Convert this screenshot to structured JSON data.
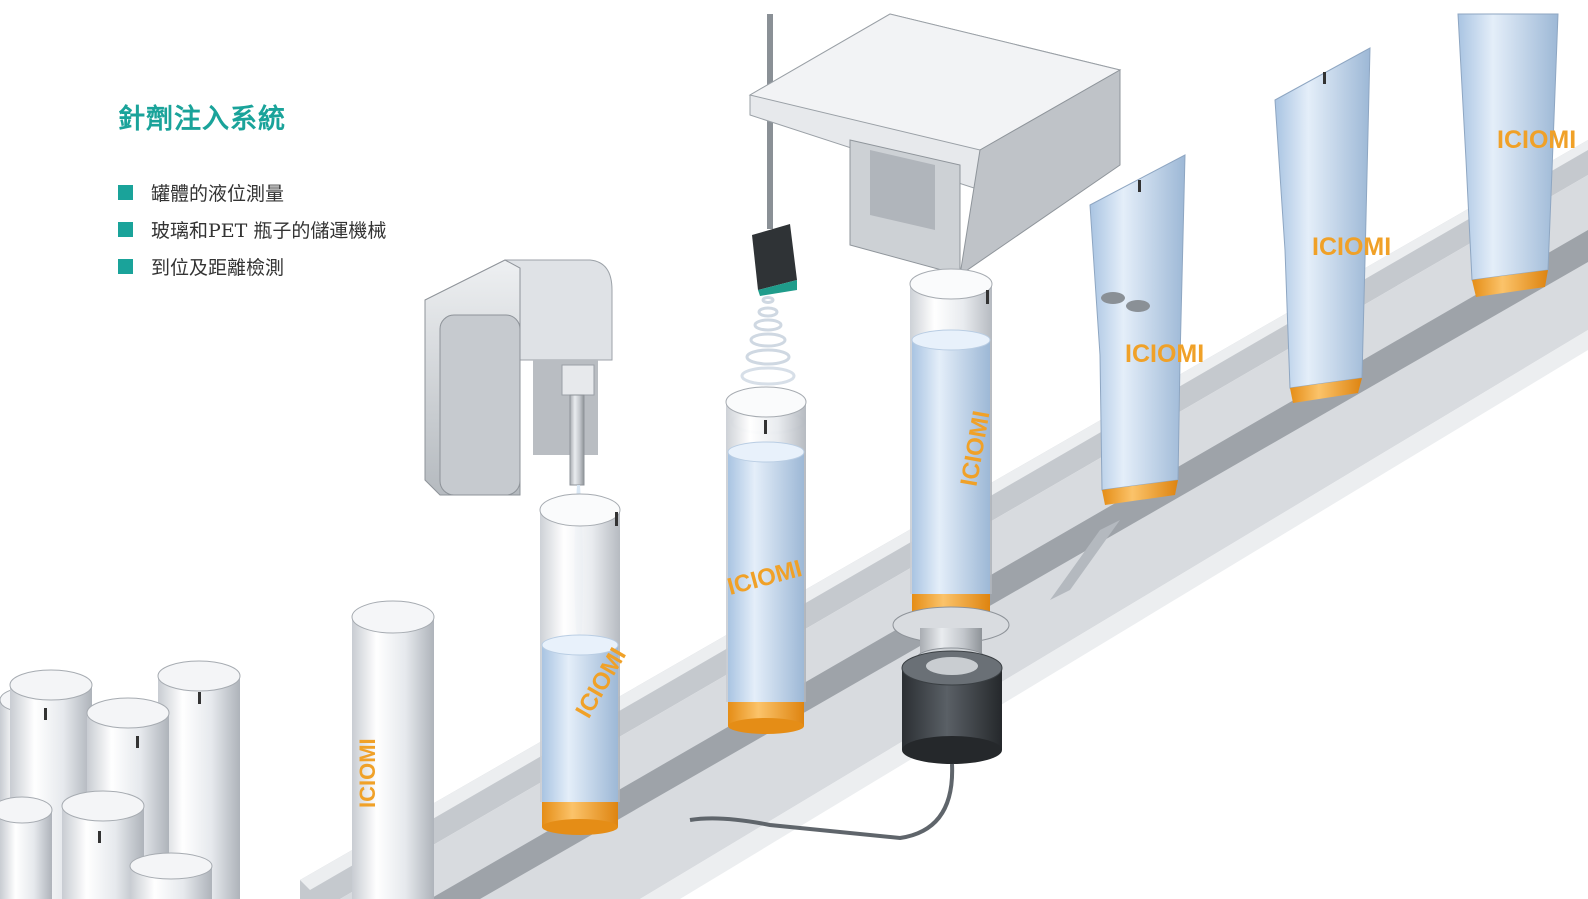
{
  "title": "針劑注入系統",
  "bullets": [
    "罐體的液位測量",
    "玻璃和PET 瓶子的儲運機械",
    "到位及距離檢測"
  ],
  "logo": "ICIOMI",
  "colors": {
    "accent": "#1aa39a",
    "orange": "#f0a128",
    "sensor_teal": "#1f9c8b",
    "tube_blue": "#c9dcef"
  },
  "icons": {
    "bullet": "square-bullet-icon"
  }
}
